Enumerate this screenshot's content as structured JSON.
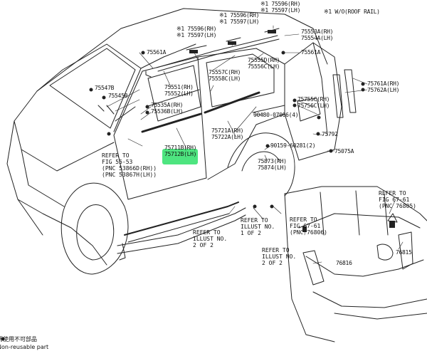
{
  "header_note": "※1 W/O(ROOF RAIL)",
  "parts": {
    "p75596_rh": "※1 75596(RH)",
    "p75597_lh": "※1 75597(LH)",
    "p75596_rh_b": "※1 75596(RH)",
    "p75597_lh_b": "※1 75597(LH)",
    "p75596_rh_c": "※1 75596(RH)",
    "p75597_lh_c": "※1 75597(LH)",
    "p75553a": "75553A(RH)",
    "p75554a": "75554A(LH)",
    "p75561a_l": "75561A",
    "p75561a_r": "75561A",
    "p75555d": "75555D(RH)",
    "p75556c": "75556C(LH)",
    "p75557c": "75557C(RH)",
    "p75558c": "75558C(LH)",
    "p75551": "75551(RH)",
    "p75552": "75552(LH)",
    "p75547b": "75547B",
    "p75545b": "75545B",
    "p75535a": "75535A(RH)",
    "p75536b": "75536B(LH)",
    "p75761a": "75761A(RH)",
    "p75762a": "75762A(LH)",
    "p75755c": "75755C(RH)",
    "p75756c": "75756C(LH)",
    "p90480": "90480-07006(4)",
    "p75792": "75792",
    "p90159": "90159-60281(2)",
    "p75075a": "75075A",
    "p75721a": "75721A(RH)",
    "p75722a": "75722A(LH)",
    "p75711b": "75711B(RH)",
    "p75712b": "75712B(LH)",
    "p75873": "75873(RH)",
    "p75874": "75874(LH)",
    "p76816": "76816",
    "p76815": "76815"
  },
  "refs": {
    "ref_fig55": [
      "REFER TO",
      "FIG 55-53",
      "(PNC 53866D(RH))",
      "(PNC 53867H(LH))"
    ],
    "ref_fig67_top": [
      "REFER TO",
      "FIG 67-61",
      "(PNC 76805)"
    ],
    "ref_fig67_mid": [
      "REFER TO",
      "FIG 67-61",
      "(PNC 76806)"
    ],
    "ref_illust1": [
      "REFER TO",
      "ILLUST NO.",
      "1 OF 2"
    ],
    "ref_illust2a": [
      "REFER TO",
      "ILLUST NO.",
      "2 OF 2"
    ],
    "ref_illust2b": [
      "REFER TO",
      "ILLUST NO.",
      "2 OF 2"
    ]
  },
  "footer": {
    "line1": "再使用不可部品",
    "line2": "Non-reusable part"
  },
  "colors": {
    "highlight": "#2fe06a",
    "line": "#222222"
  }
}
